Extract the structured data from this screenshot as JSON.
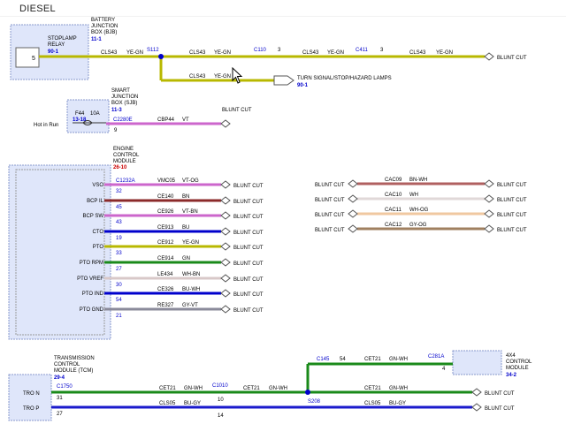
{
  "page_title": "DIESEL",
  "components": {
    "stoplamp_relay": {
      "title_1": "STOPLAMP",
      "title_2": "RELAY",
      "ref": "90-1",
      "pin": "5"
    },
    "bjb": {
      "title_1": "BATTERY",
      "title_2": "JUNCTION",
      "title_3": "BOX (BJB)",
      "ref": "11-1"
    },
    "sjb": {
      "title_1": "SMART",
      "title_2": "JUNCTION",
      "title_3": "BOX (SJB)",
      "ref": "11-3",
      "fuse": "F44",
      "rating": "10A",
      "fuse_ref": "13-18",
      "hot_label": "Hot in Run"
    },
    "ecm": {
      "title_1": "ENGINE",
      "title_2": "CONTROL",
      "title_3": "MODULE",
      "ref": "26-10"
    },
    "tcm": {
      "title_1": "TRANSMISSION",
      "title_2": "CONTROL",
      "title_3": "MODULE (TCM)",
      "ref": "29-4"
    },
    "x4_module": {
      "title_1": "4X4",
      "title_2": "CONTROL",
      "title_3": "MODULE",
      "ref": "34-2",
      "pin": "4"
    }
  },
  "top_circuit": {
    "circuit_1": "CLS43",
    "color_1": "YE-GN",
    "splice": "S112",
    "circuit_2": "CLS43",
    "color_2": "YE-GN",
    "conn_1": "C110",
    "conn_1_pin": "3",
    "circuit_3": "CLS43",
    "color_3": "YE-GN",
    "conn_2": "C411",
    "conn_2_pin": "3",
    "circuit_4": "CLS43",
    "color_4": "YE-GN",
    "end": "BLUNT CUT",
    "branch_circuit": "CLS43",
    "branch_color": "YE-GN",
    "branch_dest": "TURN SIGNAL/STOP/HAZARD LAMPS",
    "branch_ref": "90-1"
  },
  "sjb_circuit": {
    "connector": "C2280E",
    "pin": "9",
    "circuit": "CBP44",
    "color": "VT",
    "end": "BLUNT CUT"
  },
  "ecm_connector": "C1232A",
  "ecm_rows": [
    {
      "label": "VSO",
      "pin": "32",
      "circuit": "VMC05",
      "color": "VT-OG",
      "end": "BLUNT CUT"
    },
    {
      "label": "BCP IL",
      "pin": "45",
      "circuit": "CE140",
      "color": "BN",
      "end": "BLUNT CUT"
    },
    {
      "label": "BCP SW",
      "pin": "43",
      "circuit": "CE926",
      "color": "VT-BN",
      "end": "BLUNT CUT"
    },
    {
      "label": "CTO",
      "pin": "19",
      "circuit": "CE913",
      "color": "BU",
      "end": "BLUNT CUT"
    },
    {
      "label": "PTO",
      "pin": "33",
      "circuit": "CE912",
      "color": "YE-GN",
      "end": "BLUNT CUT"
    },
    {
      "label": "PTO RPM",
      "pin": "27",
      "circuit": "CE914",
      "color": "GN",
      "end": "BLUNT CUT"
    },
    {
      "label": "PTO VREF",
      "pin": "30",
      "circuit": "LE434",
      "color": "WH-BN",
      "end": "BLUNT CUT"
    },
    {
      "label": "PTO IND",
      "pin": "54",
      "circuit": "CE326",
      "color": "BU-WH",
      "end": "BLUNT CUT"
    },
    {
      "label": "PTO GND",
      "pin": "21",
      "circuit": "RE327",
      "color": "GY-VT",
      "end": "BLUNT CUT"
    }
  ],
  "blunt_rows": [
    {
      "left": "BLUNT CUT",
      "circuit": "CAC09",
      "color": "BN-WH",
      "right": "BLUNT CUT"
    },
    {
      "left": "BLUNT CUT",
      "circuit": "CAC10",
      "color": "WH",
      "right": "BLUNT CUT"
    },
    {
      "left": "BLUNT CUT",
      "circuit": "CAC11",
      "color": "WH-OG",
      "right": "BLUNT CUT"
    },
    {
      "left": "BLUNT CUT",
      "circuit": "CAC12",
      "color": "GY-OG",
      "right": "BLUNT CUT"
    }
  ],
  "tcm_circuits": {
    "connector": "C1750",
    "tro_n": {
      "label": "TRO N",
      "pin": "31",
      "circuit_1": "CET21",
      "color_1": "GN-WH",
      "conn": "C1010",
      "conn_pin": "10",
      "circuit_2": "CET21",
      "color_2": "GN-WH",
      "splice": "S208",
      "circuit_3": "CET21",
      "color_3": "GN-WH",
      "end": "BLUNT CUT"
    },
    "tro_p": {
      "label": "TRO P",
      "pin": "27",
      "circuit_1": "CLS05",
      "color_1": "BU-GY",
      "conn_pin": "14",
      "circuit_3": "CLS05",
      "color_3": "BU-GY",
      "end": "BLUNT CUT"
    },
    "to_4x4": {
      "conn_left": "C145",
      "pin_left": "54",
      "circuit": "CET21",
      "color": "GN-WH",
      "conn_right": "C281A"
    }
  },
  "wire_colors": {
    "YE-GN": "#b8b800",
    "VT": "#cc66cc",
    "VT-OG": "#cc66cc",
    "BN": "#8b2a2a",
    "VT-BN": "#cc66cc",
    "BU": "#0000cc",
    "GN": "#1a8a1a",
    "WH-BN": "#d8c8c8",
    "BU-WH": "#0000cc",
    "GY-VT": "#8a8a9a",
    "BN-WH": "#b06060",
    "WH": "#e0d8d8",
    "WH-OG": "#f0c8a0",
    "GY-OG": "#a08060",
    "GN-WH": "#1a8a1a",
    "BU-GY": "#1a1acc"
  }
}
